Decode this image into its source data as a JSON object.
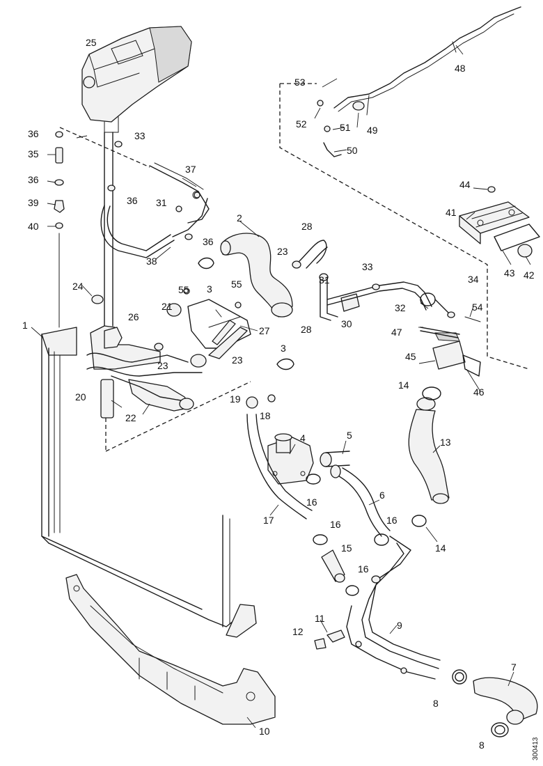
{
  "diagram": {
    "callouts": [
      "1",
      "2",
      "3",
      "3",
      "4",
      "5",
      "6",
      "7",
      "8",
      "9",
      "10",
      "11",
      "12",
      "13",
      "14",
      "14",
      "15",
      "16",
      "16",
      "16",
      "16",
      "17",
      "18",
      "19",
      "20",
      "21",
      "22",
      "23",
      "23",
      "23",
      "24",
      "25",
      "26",
      "27",
      "28",
      "28",
      "30",
      "31",
      "31",
      "32",
      "33",
      "33",
      "34",
      "35",
      "36",
      "36",
      "36",
      "36",
      "37",
      "38",
      "39",
      "40",
      "41",
      "42",
      "43",
      "44",
      "45",
      "46",
      "47",
      "48",
      "49",
      "50",
      "51",
      "52",
      "53",
      "54",
      "55",
      "55"
    ],
    "drawing_code": "300413"
  }
}
